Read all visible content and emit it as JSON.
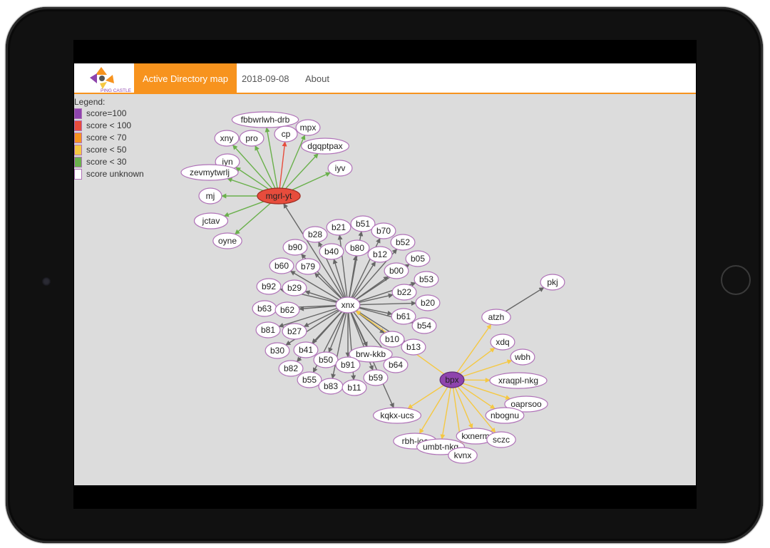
{
  "navbar": {
    "brand_text": "PING CASTLE",
    "tabs": [
      "Active Directory map",
      "2018-09-08",
      "About"
    ],
    "active_tab": 0
  },
  "legend": {
    "title": "Legend:",
    "entries": [
      {
        "label": "score=100",
        "color": "#8e44ad"
      },
      {
        "label": "score < 100",
        "color": "#e74c3c"
      },
      {
        "label": "score < 70",
        "color": "#f7931e"
      },
      {
        "label": "score < 50",
        "color": "#f5c842"
      },
      {
        "label": "score < 30",
        "color": "#6ab04c"
      },
      {
        "label": "score unknown",
        "color": "#ffffff"
      }
    ]
  },
  "colors": {
    "accent": "#f7931e",
    "edge_green": "#6ab04c",
    "edge_red": "#e74c3c",
    "edge_gray": "#666666",
    "edge_yellow": "#f5c842",
    "node_border": "#b072b8"
  },
  "graph": {
    "nodes": [
      {
        "id": "mgrl-yt",
        "score": "red"
      },
      {
        "id": "xnx",
        "score": "unknown"
      },
      {
        "id": "bpx",
        "score": "purple"
      },
      {
        "id": "fbbwrlwh-drb",
        "score": "unknown"
      },
      {
        "id": "cp",
        "score": "unknown"
      },
      {
        "id": "mpx",
        "score": "unknown"
      },
      {
        "id": "xny",
        "score": "unknown"
      },
      {
        "id": "pro",
        "score": "unknown"
      },
      {
        "id": "dgqptpax",
        "score": "unknown"
      },
      {
        "id": "iyn",
        "score": "unknown"
      },
      {
        "id": "iyv",
        "score": "unknown"
      },
      {
        "id": "zevmytwrlj",
        "score": "unknown"
      },
      {
        "id": "mj",
        "score": "unknown"
      },
      {
        "id": "jctav",
        "score": "unknown"
      },
      {
        "id": "oyne",
        "score": "unknown"
      },
      {
        "id": "b28",
        "score": "unknown"
      },
      {
        "id": "b21",
        "score": "unknown"
      },
      {
        "id": "b51",
        "score": "unknown"
      },
      {
        "id": "b70",
        "score": "unknown"
      },
      {
        "id": "b52",
        "score": "unknown"
      },
      {
        "id": "b90",
        "score": "unknown"
      },
      {
        "id": "b40",
        "score": "unknown"
      },
      {
        "id": "b80",
        "score": "unknown"
      },
      {
        "id": "b12",
        "score": "unknown"
      },
      {
        "id": "b05",
        "score": "unknown"
      },
      {
        "id": "b60",
        "score": "unknown"
      },
      {
        "id": "b79",
        "score": "unknown"
      },
      {
        "id": "b00",
        "score": "unknown"
      },
      {
        "id": "b53",
        "score": "unknown"
      },
      {
        "id": "b92",
        "score": "unknown"
      },
      {
        "id": "b29",
        "score": "unknown"
      },
      {
        "id": "b22",
        "score": "unknown"
      },
      {
        "id": "b20",
        "score": "unknown"
      },
      {
        "id": "b63",
        "score": "unknown"
      },
      {
        "id": "b62",
        "score": "unknown"
      },
      {
        "id": "b61",
        "score": "unknown"
      },
      {
        "id": "b54",
        "score": "unknown"
      },
      {
        "id": "b81",
        "score": "unknown"
      },
      {
        "id": "b27",
        "score": "unknown"
      },
      {
        "id": "b10",
        "score": "unknown"
      },
      {
        "id": "b13",
        "score": "unknown"
      },
      {
        "id": "b30",
        "score": "unknown"
      },
      {
        "id": "b41",
        "score": "unknown"
      },
      {
        "id": "brw-kkb",
        "score": "unknown"
      },
      {
        "id": "b64",
        "score": "unknown"
      },
      {
        "id": "b82",
        "score": "unknown"
      },
      {
        "id": "b50",
        "score": "unknown"
      },
      {
        "id": "b91",
        "score": "unknown"
      },
      {
        "id": "b59",
        "score": "unknown"
      },
      {
        "id": "b55",
        "score": "unknown"
      },
      {
        "id": "b83",
        "score": "unknown"
      },
      {
        "id": "b11",
        "score": "unknown"
      },
      {
        "id": "kqkx-ucs",
        "score": "unknown"
      },
      {
        "id": "pkj",
        "score": "unknown"
      },
      {
        "id": "atzh",
        "score": "unknown"
      },
      {
        "id": "xdq",
        "score": "unknown"
      },
      {
        "id": "wbh",
        "score": "unknown"
      },
      {
        "id": "xraqpl-nkg",
        "score": "unknown"
      },
      {
        "id": "oaprsoo",
        "score": "unknown"
      },
      {
        "id": "nbognu",
        "score": "unknown"
      },
      {
        "id": "kxnerm",
        "score": "unknown"
      },
      {
        "id": "sczc",
        "score": "unknown"
      },
      {
        "id": "rbh-ioc",
        "score": "unknown"
      },
      {
        "id": "umbt-nkg",
        "score": "unknown"
      },
      {
        "id": "kvnx",
        "score": "unknown"
      }
    ],
    "edges": [
      {
        "from": "mgrl-yt",
        "to": "fbbwrlwh-drb",
        "color": "green"
      },
      {
        "from": "mgrl-yt",
        "to": "cp",
        "color": "red"
      },
      {
        "from": "mgrl-yt",
        "to": "mpx",
        "color": "green"
      },
      {
        "from": "mgrl-yt",
        "to": "xny",
        "color": "green"
      },
      {
        "from": "mgrl-yt",
        "to": "pro",
        "color": "green"
      },
      {
        "from": "mgrl-yt",
        "to": "dgqptpax",
        "color": "green"
      },
      {
        "from": "mgrl-yt",
        "to": "iyn",
        "color": "green"
      },
      {
        "from": "mgrl-yt",
        "to": "iyv",
        "color": "green"
      },
      {
        "from": "mgrl-yt",
        "to": "zevmytwrlj",
        "color": "green"
      },
      {
        "from": "mgrl-yt",
        "to": "mj",
        "color": "green"
      },
      {
        "from": "mgrl-yt",
        "to": "jctav",
        "color": "green"
      },
      {
        "from": "mgrl-yt",
        "to": "oyne",
        "color": "green"
      },
      {
        "from": "xnx",
        "to": "mgrl-yt",
        "color": "gray"
      },
      {
        "from": "xnx",
        "to": "b28",
        "color": "gray"
      },
      {
        "from": "xnx",
        "to": "b21",
        "color": "gray"
      },
      {
        "from": "xnx",
        "to": "b51",
        "color": "gray"
      },
      {
        "from": "xnx",
        "to": "b70",
        "color": "gray"
      },
      {
        "from": "xnx",
        "to": "b52",
        "color": "gray"
      },
      {
        "from": "xnx",
        "to": "b90",
        "color": "gray"
      },
      {
        "from": "xnx",
        "to": "b40",
        "color": "gray"
      },
      {
        "from": "xnx",
        "to": "b80",
        "color": "gray"
      },
      {
        "from": "xnx",
        "to": "b12",
        "color": "gray"
      },
      {
        "from": "xnx",
        "to": "b05",
        "color": "gray"
      },
      {
        "from": "xnx",
        "to": "b60",
        "color": "gray"
      },
      {
        "from": "xnx",
        "to": "b79",
        "color": "gray"
      },
      {
        "from": "xnx",
        "to": "b00",
        "color": "gray"
      },
      {
        "from": "xnx",
        "to": "b53",
        "color": "gray"
      },
      {
        "from": "xnx",
        "to": "b92",
        "color": "gray"
      },
      {
        "from": "xnx",
        "to": "b29",
        "color": "gray"
      },
      {
        "from": "xnx",
        "to": "b22",
        "color": "gray"
      },
      {
        "from": "xnx",
        "to": "b20",
        "color": "gray"
      },
      {
        "from": "xnx",
        "to": "b63",
        "color": "gray"
      },
      {
        "from": "xnx",
        "to": "b62",
        "color": "gray"
      },
      {
        "from": "xnx",
        "to": "b61",
        "color": "gray"
      },
      {
        "from": "xnx",
        "to": "b54",
        "color": "gray"
      },
      {
        "from": "xnx",
        "to": "b81",
        "color": "gray"
      },
      {
        "from": "xnx",
        "to": "b27",
        "color": "gray"
      },
      {
        "from": "xnx",
        "to": "b10",
        "color": "gray"
      },
      {
        "from": "xnx",
        "to": "b13",
        "color": "gray"
      },
      {
        "from": "xnx",
        "to": "b30",
        "color": "gray"
      },
      {
        "from": "xnx",
        "to": "b41",
        "color": "gray"
      },
      {
        "from": "xnx",
        "to": "brw-kkb",
        "color": "gray"
      },
      {
        "from": "xnx",
        "to": "b64",
        "color": "gray"
      },
      {
        "from": "xnx",
        "to": "b82",
        "color": "gray"
      },
      {
        "from": "xnx",
        "to": "b50",
        "color": "gray"
      },
      {
        "from": "xnx",
        "to": "b91",
        "color": "gray"
      },
      {
        "from": "xnx",
        "to": "b59",
        "color": "gray"
      },
      {
        "from": "xnx",
        "to": "b55",
        "color": "gray"
      },
      {
        "from": "xnx",
        "to": "b83",
        "color": "gray"
      },
      {
        "from": "xnx",
        "to": "b11",
        "color": "gray"
      },
      {
        "from": "xnx",
        "to": "kqkx-ucs",
        "color": "gray"
      },
      {
        "from": "bpx",
        "to": "xnx",
        "color": "yellow"
      },
      {
        "from": "atzh",
        "to": "pkj",
        "color": "gray"
      },
      {
        "from": "bpx",
        "to": "atzh",
        "color": "yellow"
      },
      {
        "from": "bpx",
        "to": "xdq",
        "color": "yellow"
      },
      {
        "from": "bpx",
        "to": "wbh",
        "color": "yellow"
      },
      {
        "from": "bpx",
        "to": "xraqpl-nkg",
        "color": "yellow"
      },
      {
        "from": "bpx",
        "to": "oaprsoo",
        "color": "yellow"
      },
      {
        "from": "bpx",
        "to": "nbognu",
        "color": "yellow"
      },
      {
        "from": "bpx",
        "to": "kxnerm",
        "color": "yellow"
      },
      {
        "from": "bpx",
        "to": "sczc",
        "color": "yellow"
      },
      {
        "from": "bpx",
        "to": "rbh-ioc",
        "color": "yellow"
      },
      {
        "from": "bpx",
        "to": "umbt-nkg",
        "color": "yellow"
      },
      {
        "from": "bpx",
        "to": "kvnx",
        "color": "yellow"
      },
      {
        "from": "bpx",
        "to": "kqkx-ucs",
        "color": "yellow"
      }
    ]
  }
}
